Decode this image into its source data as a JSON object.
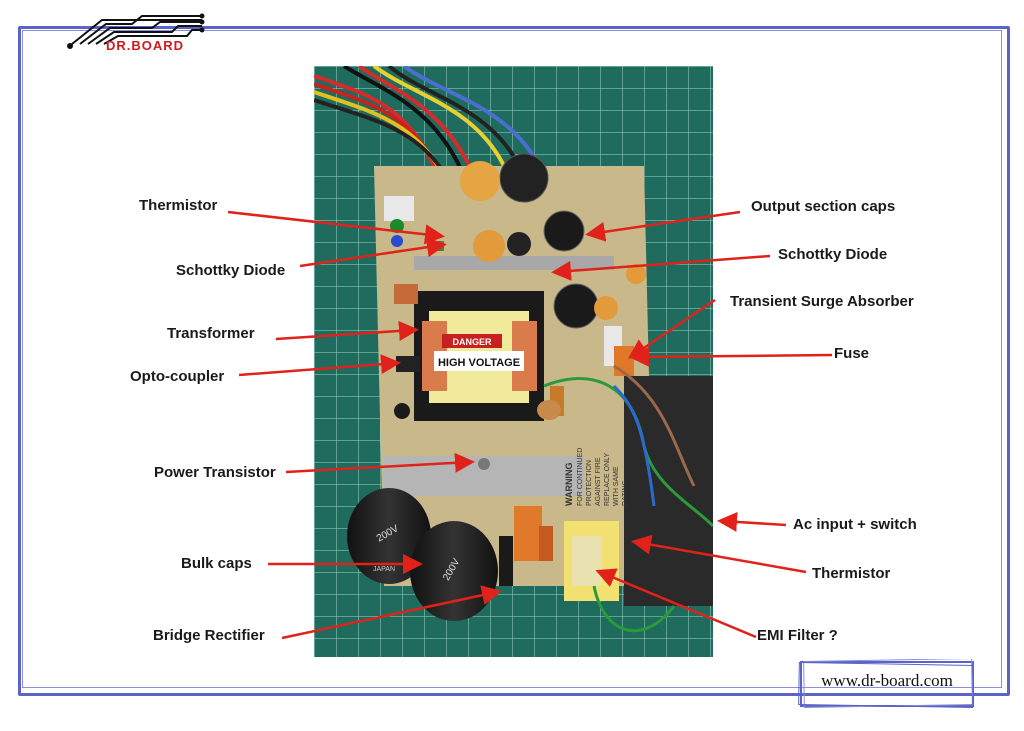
{
  "brand": {
    "logo_text": "DR.BOARD",
    "website": "www.dr-board.com"
  },
  "photo": {
    "warning_label": "DANGER",
    "transformer_label": "HIGH VOLTAGE",
    "pcb_warning": "WARNING",
    "pcb_warning_lines": [
      "FOR CONTINUED",
      "PROTECTION",
      "AGAINST FIRE",
      "REPLACE ONLY",
      "WITH SAME",
      "RATING"
    ],
    "cap_marking": "200V",
    "cap_origin": "JAPAN"
  },
  "labels": {
    "left": [
      "Thermistor",
      "Schottky Diode",
      "Transformer",
      "Opto-coupler",
      "Power Transistor",
      "Bulk caps",
      "Bridge Rectifier"
    ],
    "right": [
      "Output section caps",
      "Schottky Diode",
      "Transient Surge Absorber",
      "Fuse",
      "Ac input + switch",
      "Thermistor",
      "EMI Filter ?"
    ]
  },
  "colors": {
    "frame": "#5b63c8",
    "arrow": "#e0221b",
    "mat": "#1f6b5e",
    "grid": "#9fd6c6"
  }
}
